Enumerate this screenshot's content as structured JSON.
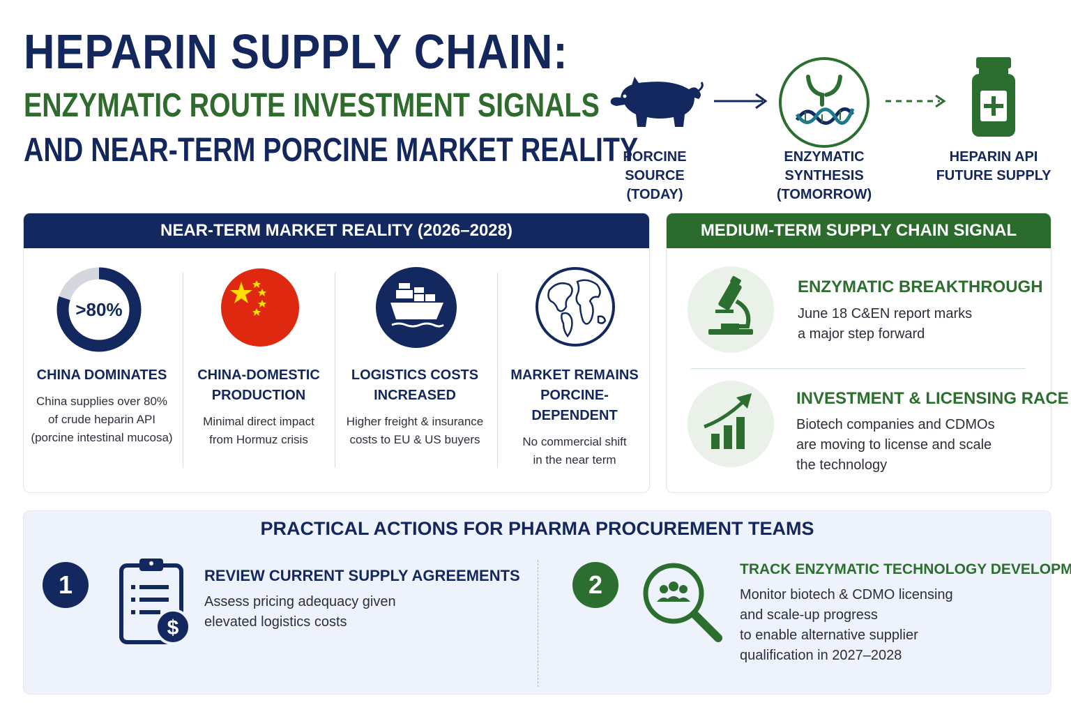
{
  "header": {
    "title": "HEPARIN SUPPLY CHAIN:",
    "subtitle_line1": "ENZYMATIC ROUTE INVESTMENT SIGNALS",
    "subtitle_line2": "AND NEAR-TERM PORCINE MARKET REALITY"
  },
  "flow": {
    "steps": [
      {
        "line1": "PORCINE",
        "line2": "SOURCE (TODAY)",
        "icon": "pig-icon"
      },
      {
        "line1": "ENZYMATIC",
        "line2": "SYNTHESIS (TOMORROW)",
        "icon": "enzyme-dna-icon"
      },
      {
        "line1": "HEPARIN API",
        "line2": "FUTURE SUPPLY",
        "icon": "medicine-bottle-icon"
      }
    ]
  },
  "near_term": {
    "heading": "NEAR-TERM MARKET REALITY (2026–2028)",
    "donut_label": ">80%",
    "donut_fraction": 0.8,
    "items": [
      {
        "title1": "CHINA DOMINATES",
        "title2": "",
        "text1": "China supplies over 80%",
        "text2": "of crude heparin API",
        "text3": "(porcine intestinal mucosa)",
        "icon": "donut-chart-icon"
      },
      {
        "title1": "CHINA-DOMESTIC",
        "title2": "PRODUCTION",
        "text1": "Minimal direct impact",
        "text2": "from Hormuz crisis",
        "text3": "",
        "icon": "china-flag-icon"
      },
      {
        "title1": "LOGISTICS COSTS",
        "title2": "INCREASED",
        "text1": "Higher freight & insurance",
        "text2": "costs to EU & US buyers",
        "text3": "",
        "icon": "cargo-ship-icon"
      },
      {
        "title1": "MARKET REMAINS",
        "title2": "PORCINE-DEPENDENT",
        "text1": "No commercial shift",
        "text2": "in the near term",
        "text3": "",
        "icon": "globe-icon"
      }
    ]
  },
  "medium_term": {
    "heading": "MEDIUM-TERM SUPPLY CHAIN SIGNAL",
    "signals": [
      {
        "title": "ENZYMATIC BREAKTHROUGH",
        "line1": "June 18 C&EN report marks",
        "line2": "a major step forward",
        "line3": "",
        "icon": "microscope-icon"
      },
      {
        "title": "INVESTMENT & LICENSING RACE",
        "line1": "Biotech companies and CDMOs",
        "line2": "are moving to license and scale",
        "line3": "the technology",
        "icon": "growth-chart-icon"
      }
    ]
  },
  "actions": {
    "heading": "PRACTICAL ACTIONS FOR PHARMA PROCUREMENT TEAMS",
    "items": [
      {
        "number": "1",
        "title": "REVIEW CURRENT SUPPLY AGREEMENTS",
        "line1": "Assess pricing adequacy given",
        "line2": "elevated logistics costs",
        "line3": "",
        "line4": "",
        "icon": "clipboard-dollar-icon"
      },
      {
        "number": "2",
        "title": "TRACK ENZYMATIC TECHNOLOGY DEVELOPMENT",
        "line1": "Monitor biotech & CDMO licensing",
        "line2": "and scale-up progress",
        "line3": "to enable alternative supplier",
        "line4": "qualification in 2027–2028",
        "icon": "magnifier-people-icon"
      }
    ]
  },
  "colors": {
    "navy": "#14275c",
    "green": "#2c6e2f",
    "red_flag": "#de2910",
    "yellow_star": "#ffde00"
  }
}
